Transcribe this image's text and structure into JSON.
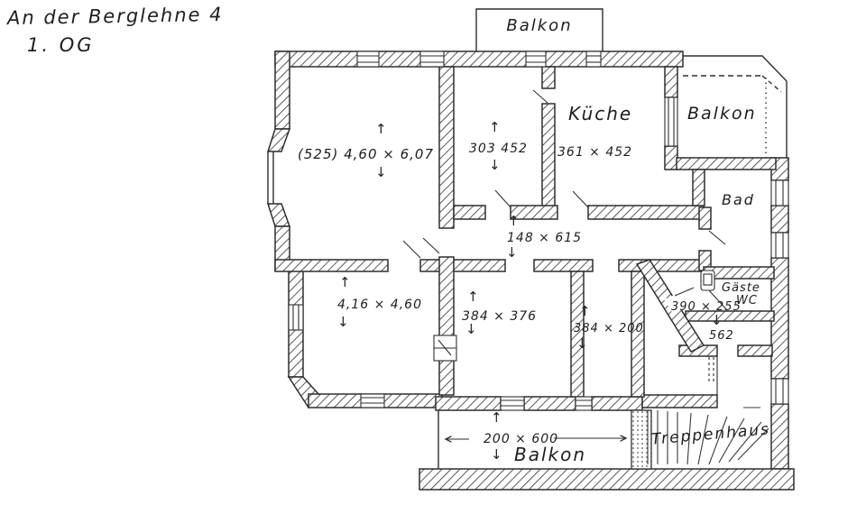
{
  "title": {
    "line1": "An der Berglehne 4",
    "line2": "1. OG"
  },
  "icons": {
    "arrow_up": "↑",
    "arrow_down": "↓"
  },
  "colors": {
    "ink": "#2e2e2e",
    "paper": "#ffffff"
  },
  "labels": {
    "balkon_top": "Balkon",
    "living_dim": "(525) 4,60 × 6,07",
    "room303_dim": "303 452",
    "kueche": "Küche",
    "kueche_dim": "361 × 452",
    "balkon_right": "Balkon",
    "bad": "Bad",
    "corridor_dim": "148 × 615",
    "gaeste_wc_line1": "Gäste",
    "gaeste_wc_line2": "WC",
    "hall_dim": "390 × 255",
    "landing_dim": "562",
    "lower_left_dim": "4,16 × 4,60",
    "room384a_dim": "384 × 376",
    "room384b_dim": "384 × 200",
    "balkon_bottom": "Balkon",
    "balkon_bottom_dim": "200 × 600",
    "treppenhaus": "Treppenhaus"
  }
}
